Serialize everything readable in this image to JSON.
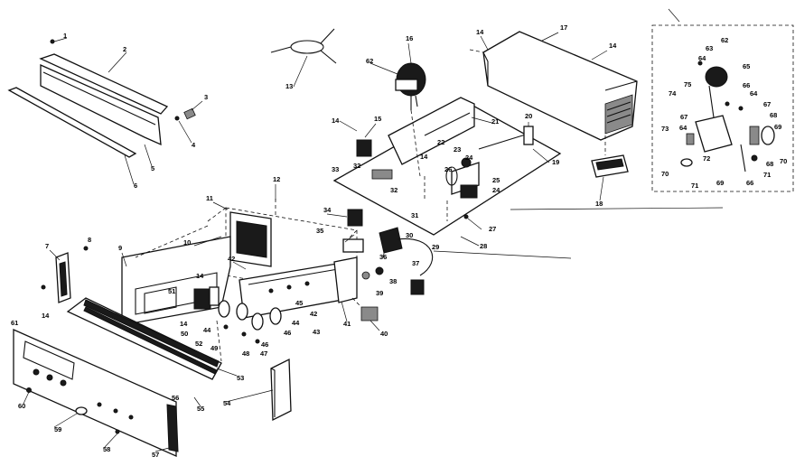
{
  "callouts": {
    "c1": "1",
    "c2": "2",
    "c3": "3",
    "c4": "4",
    "c5": "5",
    "c6": "6",
    "c7": "7",
    "c8": "8",
    "c9": "9",
    "c10": "10",
    "c11": "11",
    "c12": "12",
    "c13": "13",
    "c14a": "14",
    "c14b": "14",
    "c14c": "14",
    "c14d": "14",
    "c14e": "14",
    "c14f": "14",
    "c14g": "14",
    "c15": "15",
    "c16": "16",
    "c17": "17",
    "c18": "18",
    "c19": "19",
    "c20": "20",
    "c21": "21",
    "c22": "22",
    "c23": "23",
    "c24a": "24",
    "c24b": "24",
    "c25": "25",
    "c26": "26",
    "c27": "27",
    "c28": "28",
    "c29": "29",
    "c30": "30",
    "c31": "31",
    "c32a": "32",
    "c32b": "32",
    "c33": "33",
    "c34": "34",
    "c35": "35",
    "c36": "36",
    "c37": "37",
    "c38": "38",
    "c39": "39",
    "c40": "40",
    "c41": "41",
    "c42a": "42",
    "c42b": "42",
    "c43": "43",
    "c44a": "44",
    "c44b": "44",
    "c45": "45",
    "c46a": "46",
    "c46b": "46",
    "c47": "47",
    "c48": "48",
    "c49": "49",
    "c50": "50",
    "c51": "51",
    "c52": "52",
    "c53": "53",
    "c54": "54",
    "c55": "55",
    "c56": "56",
    "c57": "57",
    "c58": "58",
    "c59": "59",
    "c60": "60",
    "c61": "61",
    "c62a": "62",
    "c62b": "62",
    "c63": "63",
    "c64a": "64",
    "c64b": "64",
    "c64c": "64",
    "c65": "65",
    "c66a": "66",
    "c66b": "66",
    "c67a": "67",
    "c67b": "67",
    "c68a": "68",
    "c68b": "68",
    "c69a": "69",
    "c69b": "69",
    "c70a": "70",
    "c70b": "70",
    "c71a": "71",
    "c71b": "71",
    "c72": "72",
    "c73": "73",
    "c74": "74",
    "c75": "75"
  }
}
